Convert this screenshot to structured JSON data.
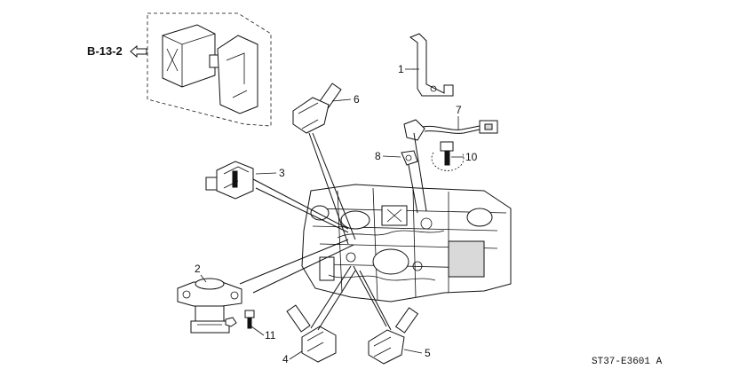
{
  "diagram": {
    "reference_label": "B-13-2",
    "drawing_code": "ST37-E3601 A",
    "callouts": [
      "1",
      "2",
      "3",
      "4",
      "5",
      "6",
      "7",
      "8",
      "10",
      "11"
    ]
  }
}
